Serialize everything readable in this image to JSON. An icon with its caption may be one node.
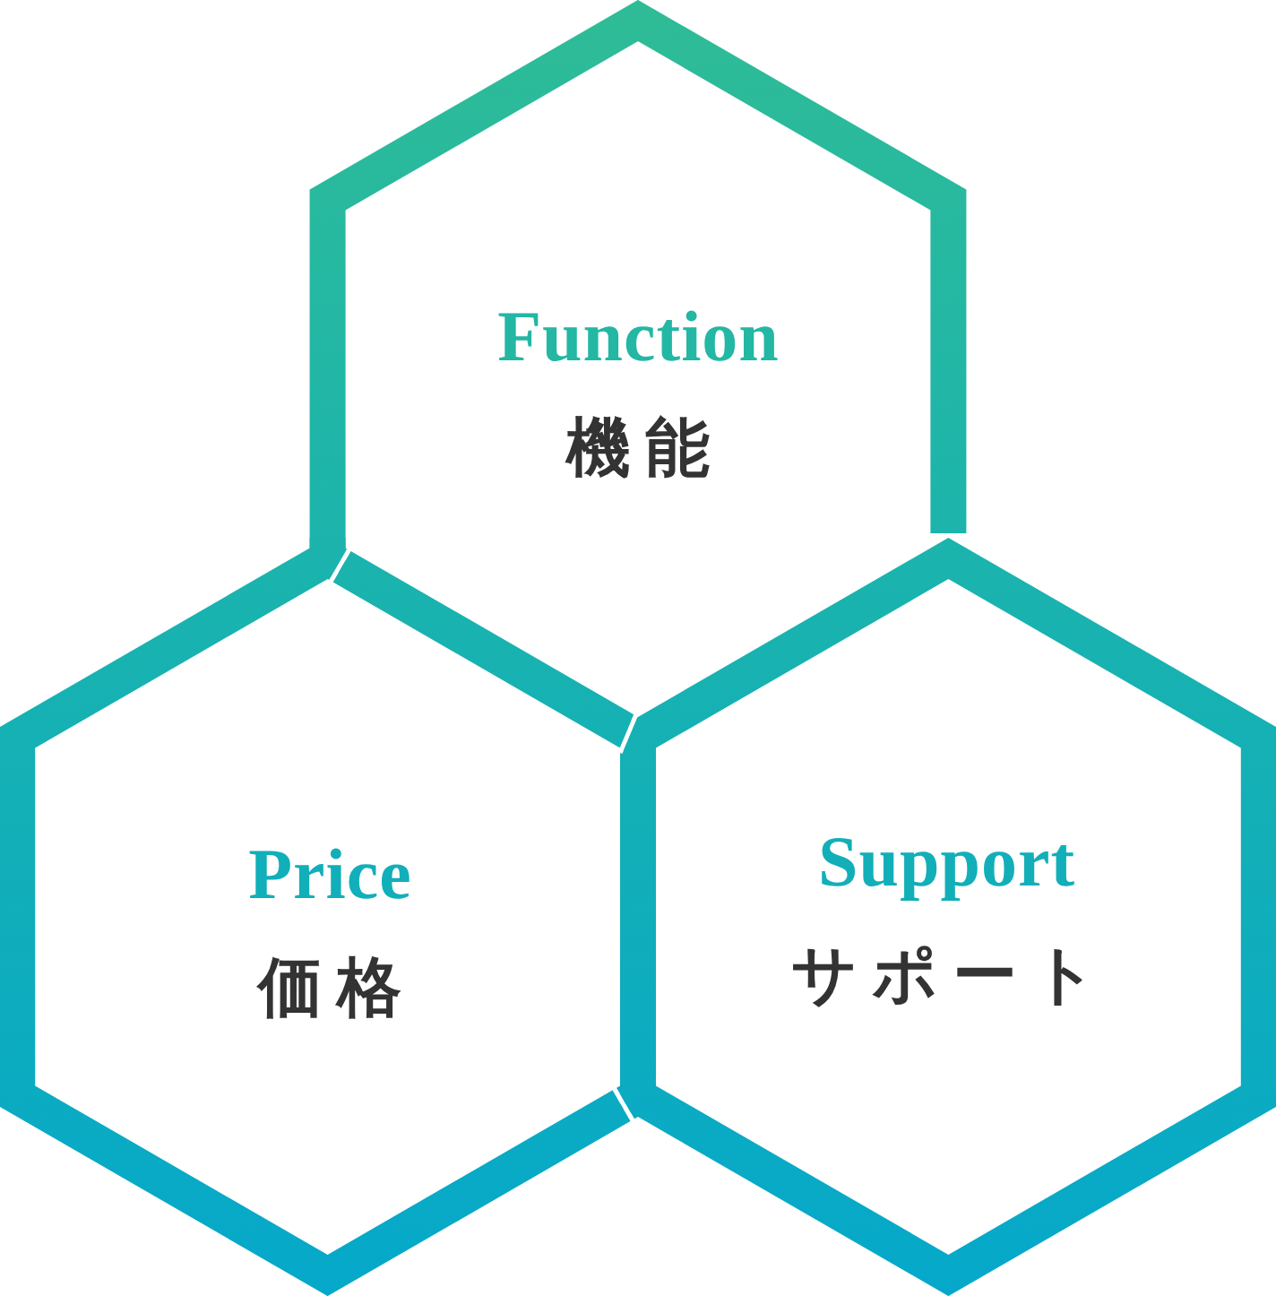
{
  "diagram": {
    "nodes": [
      {
        "text": [
          "Function",
          "機能"
        ]
      },
      {
        "text": [
          "Price",
          "価格"
        ]
      },
      {
        "text": [
          "Support",
          "サポート"
        ]
      }
    ]
  }
}
